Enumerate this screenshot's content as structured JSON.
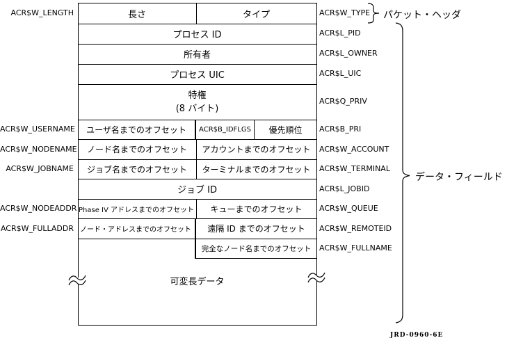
{
  "diagram": {
    "left_labels": {
      "length": "ACR$W_LENGTH",
      "username": "ACR$W_USERNAME",
      "nodename": "ACR$W_NODENAME",
      "jobname": "ACR$W_JOBNAME",
      "nodeaddr": "ACR$W_NODEADDR",
      "fulladdr": "ACR$W_FULLADDR"
    },
    "right_labels": {
      "type": "ACR$W_TYPE",
      "pid": "ACR$L_PID",
      "owner": "ACR$L_OWNER",
      "uic": "ACR$L_UIC",
      "priv": "ACR$Q_PRIV",
      "pri": "ACR$B_PRI",
      "account": "ACR$W_ACCOUNT",
      "terminal": "ACR$W_TERMINAL",
      "jobid": "ACR$L_JOBID",
      "queue": "ACR$W_QUEUE",
      "remoteid": "ACR$W_REMOTEID",
      "fullname": "ACR$W_FULLNAME"
    },
    "cells": {
      "length": "長さ",
      "type": "タイプ",
      "process_id": "プロセス ID",
      "owner": "所有者",
      "process_uic": "プロセス UIC",
      "priv_line1": "特権",
      "priv_line2": "(8 バイト)",
      "username_offset": "ユーザ名までのオフセット",
      "idflgs": "ACR$B_IDFLGS",
      "priority": "優先順位",
      "nodename_offset": "ノード名までのオフセット",
      "account_offset": "アカウントまでのオフセット",
      "jobname_offset": "ジョブ名までのオフセット",
      "terminal_offset": "ターミナルまでのオフセット",
      "job_id": "ジョブ ID",
      "phase4_offset": "Phase IV アドレスまでのオフセット",
      "queue_offset": "キューまでのオフセット",
      "nodeaddr_offset": "ノード・アドレスまでのオフセット",
      "remoteid_offset": "遠隔 ID までのオフセット",
      "fullname_offset": "完全なノード名までのオフセット",
      "variable_data": "可変長データ"
    },
    "annotations": {
      "packet_header": "パケット・ヘッダ",
      "data_field": "データ・フィールド"
    },
    "figure_id": "JRD-0960-6E",
    "colors": {
      "ink": "#000000",
      "background": "#ffffff"
    }
  }
}
